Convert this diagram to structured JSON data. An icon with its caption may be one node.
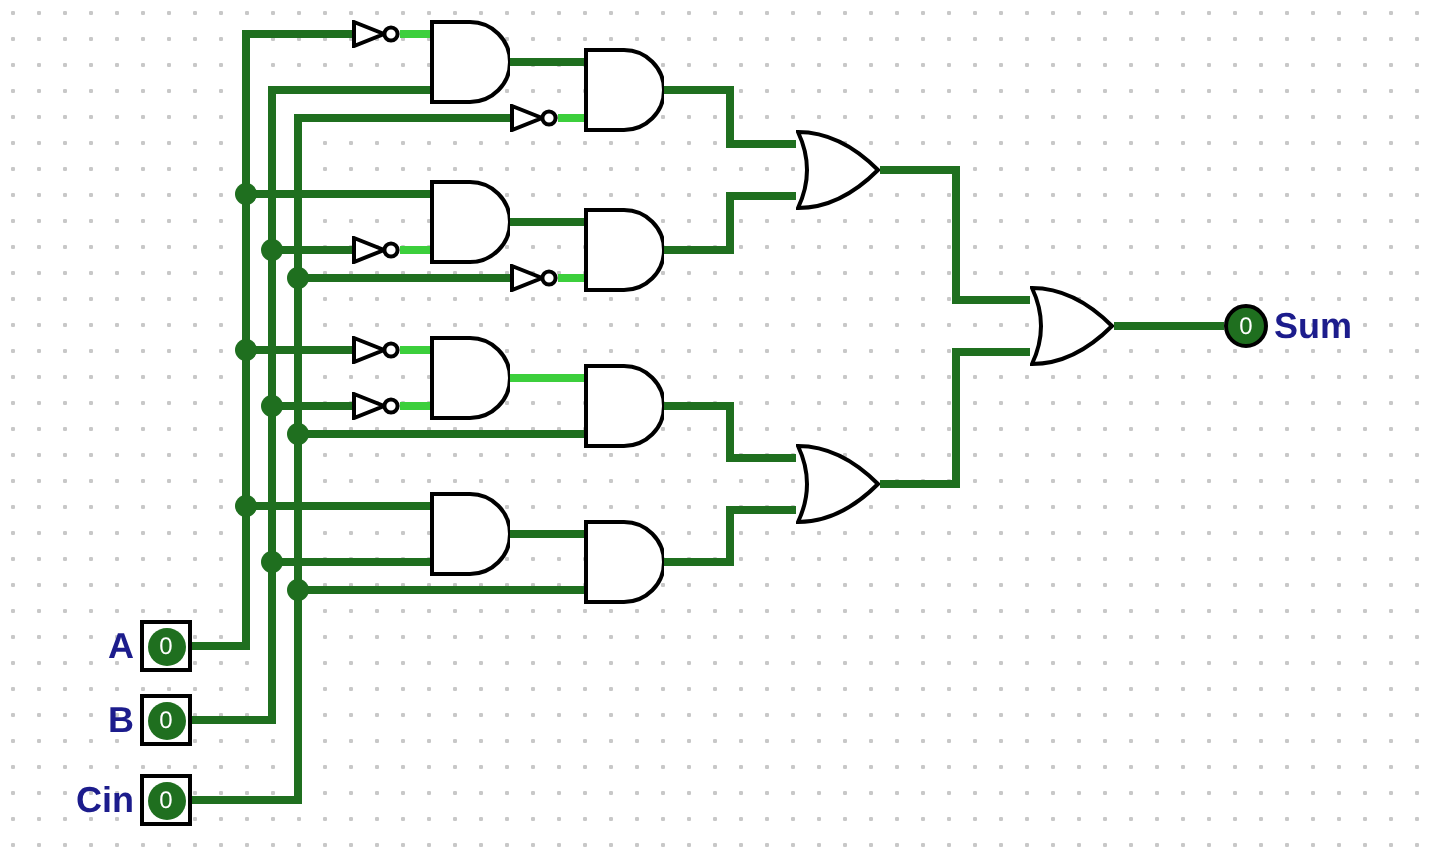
{
  "diagram": {
    "nodes": [
      {
        "text": [],
        "shape": "not"
      },
      {
        "text": [],
        "shape": "and"
      },
      {
        "text": [],
        "shape": "and"
      },
      {
        "text": [],
        "shape": "not"
      },
      {
        "text": [],
        "shape": "or"
      },
      {
        "text": [],
        "shape": "and"
      },
      {
        "text": [],
        "shape": "not"
      },
      {
        "text": [],
        "shape": "and"
      },
      {
        "text": [],
        "shape": "not"
      },
      {
        "text": [],
        "shape": "or"
      },
      {
        "text": [
          "0"
        ],
        "beside": [
          "Sum"
        ]
      },
      {
        "text": [],
        "shape": "not"
      },
      {
        "text": [],
        "shape": "not"
      },
      {
        "text": [],
        "shape": "and"
      },
      {
        "text": [],
        "shape": "and"
      },
      {
        "text": [],
        "shape": "or"
      },
      {
        "text": [],
        "shape": "and"
      },
      {
        "text": [],
        "shape": "and"
      },
      {
        "text": [
          "0"
        ],
        "beside": [
          "A"
        ]
      },
      {
        "text": [
          "0"
        ],
        "beside": [
          "B"
        ]
      },
      {
        "text": [
          "0"
        ],
        "beside": [
          "Cin"
        ]
      }
    ],
    "edges": [
      {
        "from": 18,
        "to": 0,
        "arrow": "none"
      },
      {
        "from": 18,
        "to": 5,
        "arrow": "none"
      },
      {
        "from": 18,
        "to": 11,
        "arrow": "none"
      },
      {
        "from": 18,
        "to": 16,
        "arrow": "none"
      },
      {
        "from": 19,
        "to": 1,
        "arrow": "none"
      },
      {
        "from": 19,
        "to": 6,
        "arrow": "none"
      },
      {
        "from": 19,
        "to": 12,
        "arrow": "none"
      },
      {
        "from": 19,
        "to": 16,
        "arrow": "none"
      },
      {
        "from": 20,
        "to": 3,
        "arrow": "none"
      },
      {
        "from": 20,
        "to": 8,
        "arrow": "none"
      },
      {
        "from": 20,
        "to": 14,
        "arrow": "none"
      },
      {
        "from": 20,
        "to": 17,
        "arrow": "none"
      },
      {
        "from": 0,
        "to": 1,
        "arrow": "none",
        "color": "#3ccf3c"
      },
      {
        "from": 1,
        "to": 2,
        "arrow": "none"
      },
      {
        "from": 3,
        "to": 2,
        "arrow": "none",
        "color": "#3ccf3c"
      },
      {
        "from": 2,
        "to": 4,
        "arrow": "none"
      },
      {
        "from": 6,
        "to": 5,
        "arrow": "none",
        "color": "#3ccf3c"
      },
      {
        "from": 5,
        "to": 7,
        "arrow": "none"
      },
      {
        "from": 8,
        "to": 7,
        "arrow": "none",
        "color": "#3ccf3c"
      },
      {
        "from": 7,
        "to": 4,
        "arrow": "none"
      },
      {
        "from": 11,
        "to": 13,
        "arrow": "none",
        "color": "#3ccf3c"
      },
      {
        "from": 12,
        "to": 13,
        "arrow": "none",
        "color": "#3ccf3c"
      },
      {
        "from": 13,
        "to": 14,
        "arrow": "none",
        "color": "#3ccf3c"
      },
      {
        "from": 14,
        "to": 15,
        "arrow": "none"
      },
      {
        "from": 16,
        "to": 17,
        "arrow": "none"
      },
      {
        "from": 17,
        "to": 15,
        "arrow": "none"
      },
      {
        "from": 4,
        "to": 9,
        "arrow": "none"
      },
      {
        "from": 15,
        "to": 9,
        "arrow": "none"
      },
      {
        "from": 9,
        "to": 10,
        "arrow": "none"
      }
    ]
  }
}
